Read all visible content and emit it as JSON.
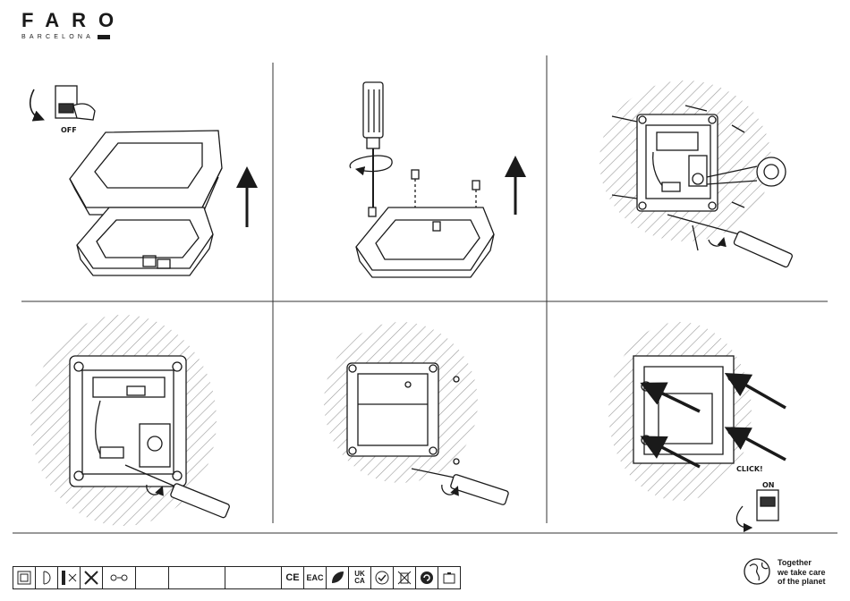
{
  "brand": {
    "name": "FARO",
    "subtitle": "BARCELONA"
  },
  "steps": [
    {
      "label": "OFF"
    },
    {
      "label": ""
    },
    {
      "label": ""
    },
    {
      "label": ""
    },
    {
      "label": ""
    },
    {
      "label": "CLICK!",
      "switch_label": "ON"
    }
  ],
  "footer": {
    "slogan": [
      "Together",
      "we take care",
      "of the planet"
    ],
    "icons": [
      "class-ii-icon",
      "half-moon-icon",
      "ip-icon",
      "screwdriver-icon",
      "arrow-icon",
      "blank-box",
      "blank-box-wide",
      "blank-box-wide2",
      "ce-mark-icon",
      "eac-mark-icon",
      "leaf-icon",
      "ukca-mark-icon",
      "recycle-check-icon",
      "weee-bin-icon",
      "recycle-icon",
      "battery-icon"
    ],
    "icon_texts": {
      "ce": "CE",
      "eac": "EAC",
      "ukca_top": "UK",
      "ukca_bottom": "CA"
    }
  },
  "colors": {
    "ink": "#1a1a1a",
    "hatch": "#9a9a9a"
  }
}
